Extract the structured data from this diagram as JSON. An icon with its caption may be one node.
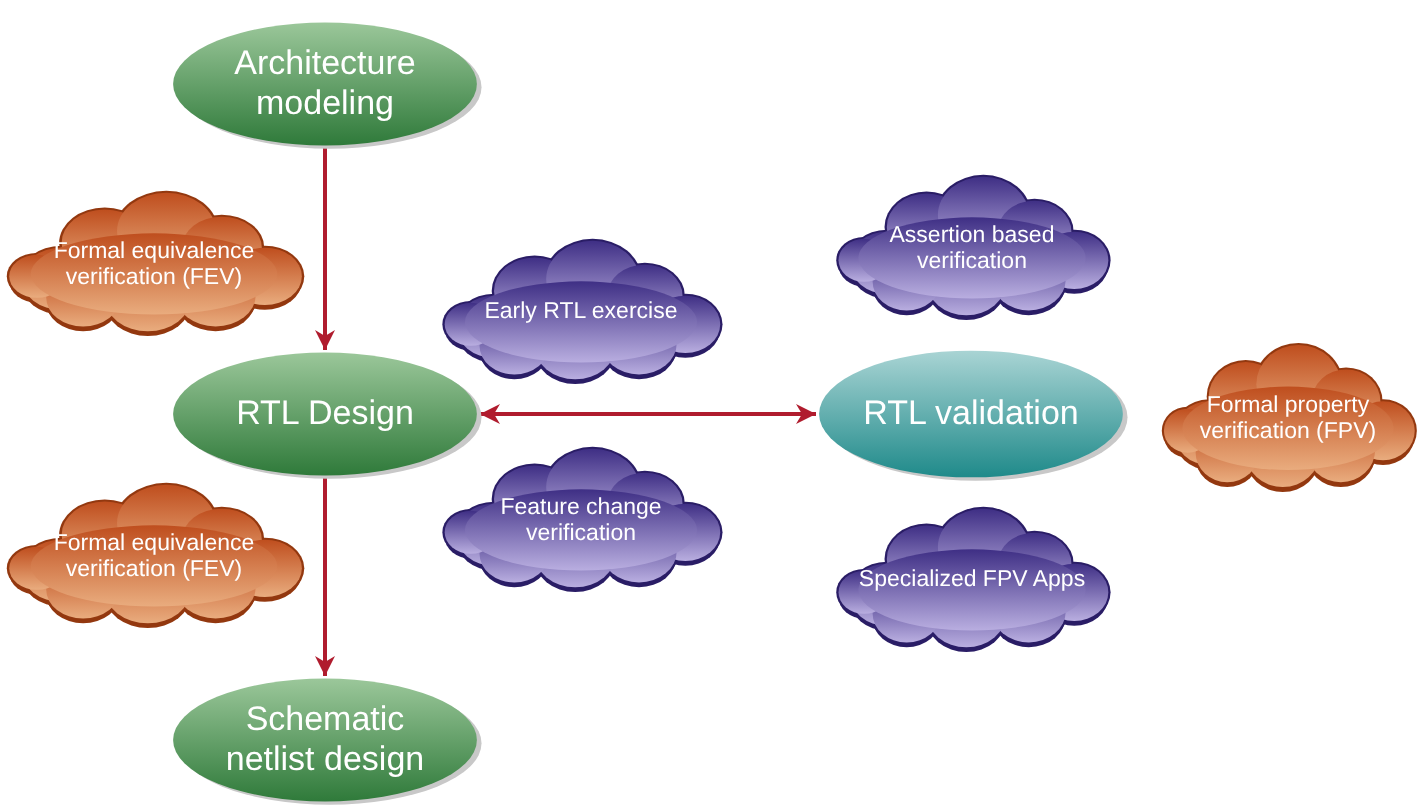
{
  "diagram": {
    "nodes": [
      {
        "text": [
          "Architecture modeling"
        ]
      },
      {
        "text": [
          "Assertion based verification"
        ]
      },
      {
        "text": [
          "Formal equivalence verification (FEV)"
        ]
      },
      {
        "text": [
          "Early RTL exercise"
        ]
      },
      {
        "text": [
          "RTL Design"
        ]
      },
      {
        "text": [
          "RTL validation"
        ]
      },
      {
        "text": [
          "Formal property verification (FPV)"
        ]
      },
      {
        "text": [
          "Feature change verification"
        ]
      },
      {
        "text": [
          "Formal equivalence verification (FEV)"
        ]
      },
      {
        "text": [
          "Specialized FPV Apps"
        ]
      },
      {
        "text": [
          "Schematic netlist design"
        ]
      }
    ],
    "edges": [
      {
        "from": 0,
        "to": 4,
        "arrow": "to"
      },
      {
        "from": 4,
        "to": 5,
        "arrow": "both"
      },
      {
        "from": 4,
        "to": 10,
        "arrow": "to"
      }
    ]
  }
}
